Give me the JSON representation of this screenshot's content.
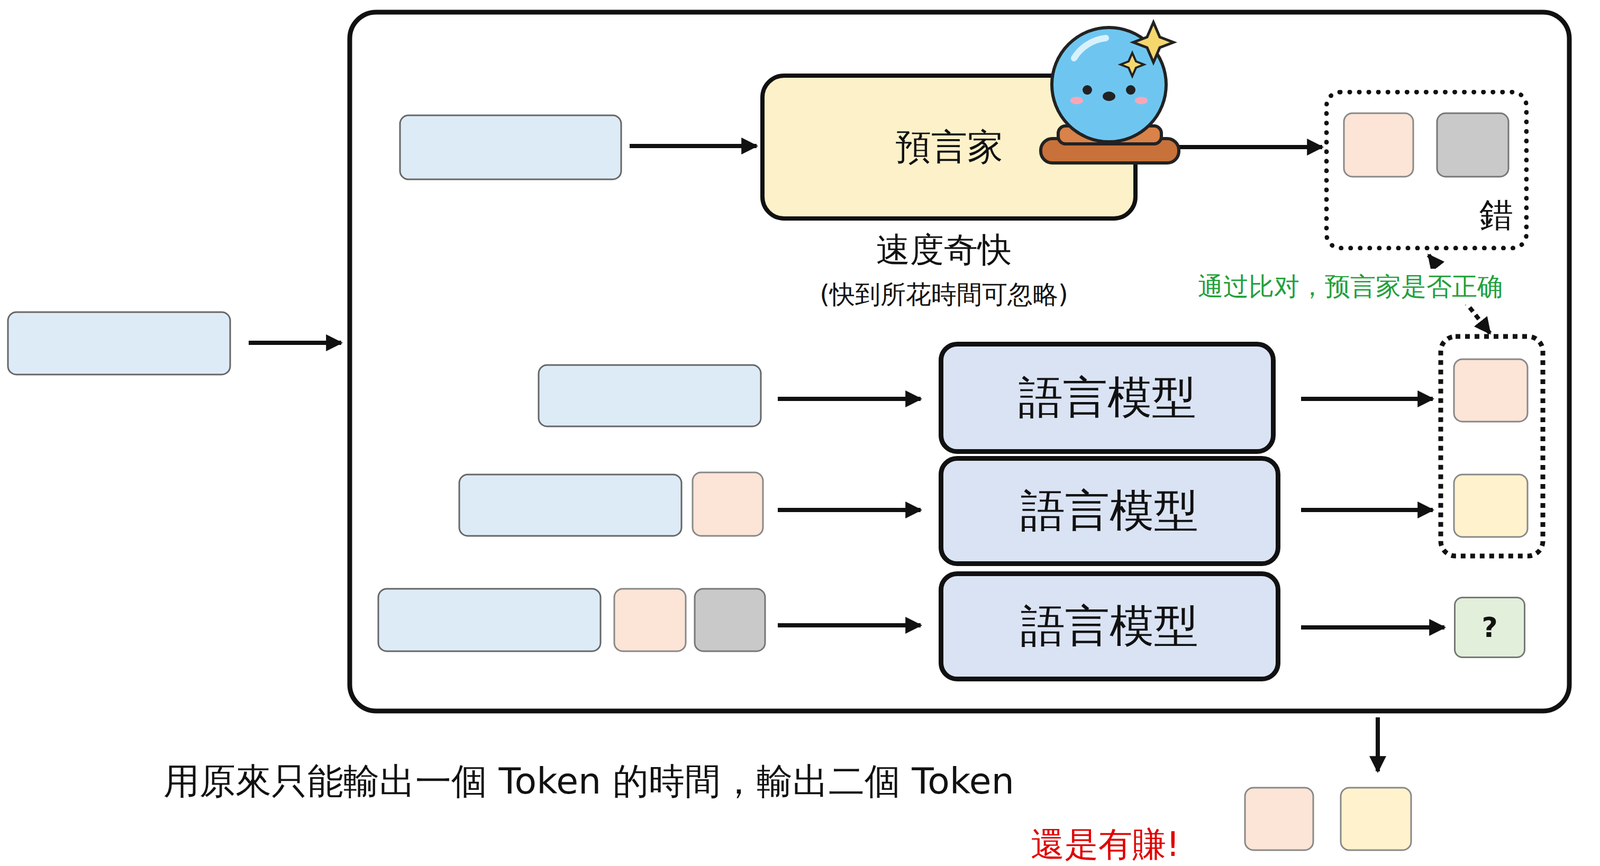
{
  "diagram": {
    "nodes": [
      {
        "text": [
          "預言家"
        ]
      },
      {
        "text": [
          "錯"
        ]
      },
      {
        "text": [
          "語言模型"
        ]
      },
      {
        "text": [
          "語言模型"
        ]
      },
      {
        "text": [
          "語言模型"
        ]
      },
      {
        "text": [
          "?"
        ]
      }
    ],
    "edges": [
      {
        "from": 0,
        "to": 1,
        "arrow": "to"
      }
    ],
    "labels": [
      "速度奇快",
      "(快到所花時間可忽略)",
      "通过比对，预言家是否正确",
      "用原來只能輸出一個 Token 的時間，輸出二個 Token",
      "還是有賺!"
    ]
  }
}
